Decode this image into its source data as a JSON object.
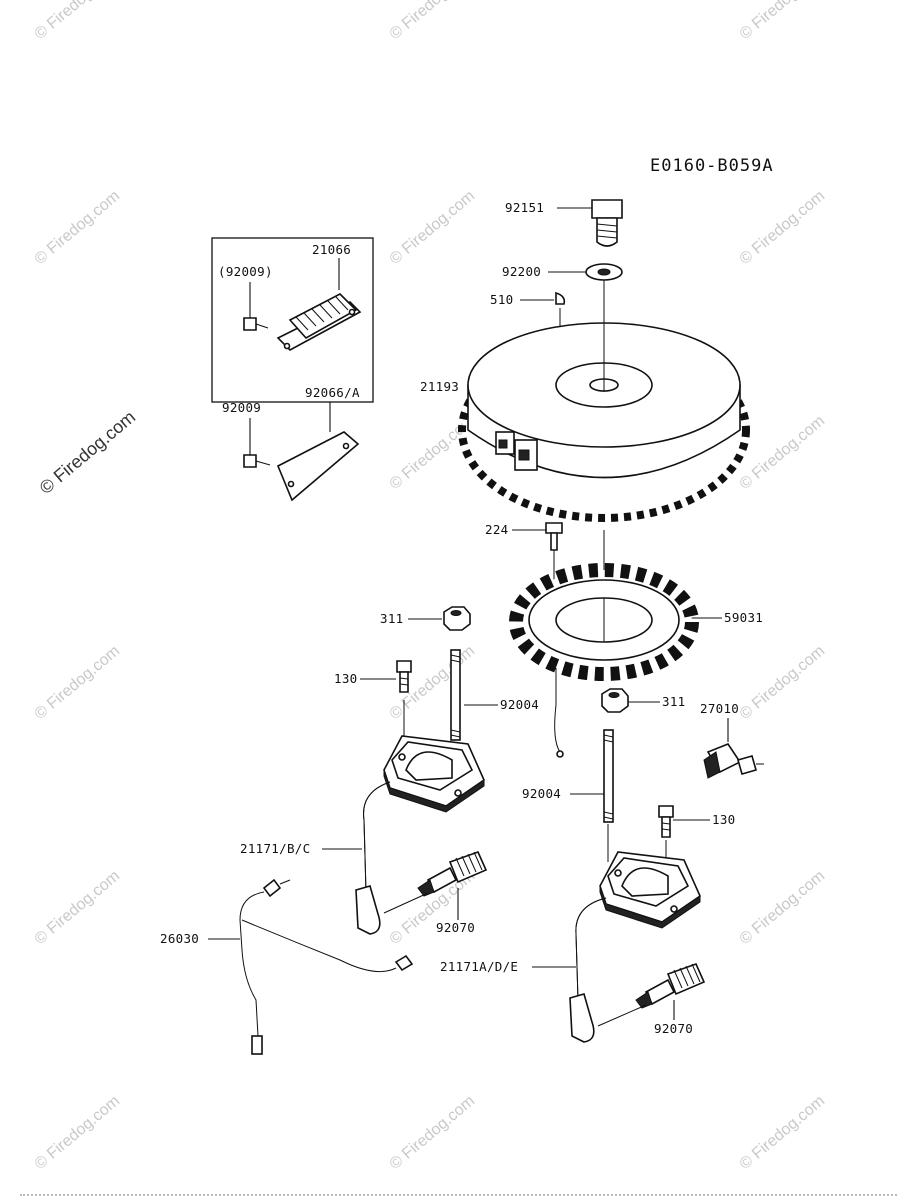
{
  "diagram_code": "E0160-B059A",
  "labels": {
    "p92151": "92151",
    "p92200": "92200",
    "p510": "510",
    "p21066": "21066",
    "p92009_paren": "(92009)",
    "p21193": "21193",
    "p92066A": "92066/A",
    "p92009": "92009",
    "p224": "224",
    "p59031": "59031",
    "p311a": "311",
    "p130a": "130",
    "p92004a": "92004",
    "p311b": "311",
    "p27010": "27010",
    "p92004b": "92004",
    "p130b": "130",
    "p21171BC": "21171/B/C",
    "p26030": "26030",
    "p92070a": "92070",
    "p21171ADE": "21171A/D/E",
    "p92070b": "92070"
  },
  "watermark": {
    "text": "© Firedog.com",
    "side_text": "© Firedog.com"
  }
}
